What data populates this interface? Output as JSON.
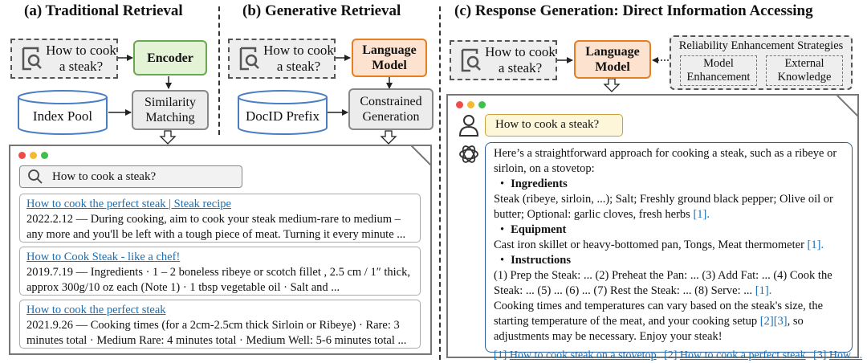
{
  "panels": {
    "a_title": "(a) Traditional Retrieval",
    "b_title": "(b) Generative Retrieval",
    "c_title": "(c) Response Generation: Direct Information Accessing"
  },
  "query": {
    "line1": "How to cook",
    "line2": "a steak?"
  },
  "a": {
    "encoder": "Encoder",
    "index_pool": "Index Pool",
    "similarity_line1": "Similarity",
    "similarity_line2": "Matching",
    "search_text": "How to cook a steak?",
    "results": [
      {
        "title": "How to cook the perfect steak | Steak recipe",
        "line1": "2022.2.12 — During cooking, aim to cook your steak medium-rare to medium –",
        "line2": "any more and you'll be left with a tough piece of meat. Turning it every minute ..."
      },
      {
        "title": "How to Cook Steak - like a chef!",
        "line1": "2019.7.19 — Ingredients · 1 – 2 boneless ribeye or scotch fillet , 2.5 cm / 1″ thick,",
        "line2": "approx 300g/10 oz each (Note 1) · 1 tbsp vegetable oil · Salt and ..."
      },
      {
        "title": "How to cook the perfect steak",
        "line1": "2021.9.26 — Cooking times (for a 2cm-2.5cm thick Sirloin or Ribeye) · Rare: 3",
        "line2": "minutes total · Medium Rare: 4 minutes total · Medium Well: 5-6 minutes total ..."
      }
    ]
  },
  "b": {
    "lm_line1": "Language",
    "lm_line2": "Model",
    "docid": "DocID Prefix",
    "constrained_line1": "Constrained",
    "constrained_line2": "Generation"
  },
  "c": {
    "lm_line1": "Language",
    "lm_line2": "Model",
    "rel_title": "Reliability Enhancement Strategies",
    "model_enh_line1": "Model",
    "model_enh_line2": "Enhancement",
    "ext_line1": "External",
    "ext_line2": "Knowledge",
    "user_query": "How to cook a steak?",
    "intro": "Here’s a straightforward approach for cooking a steak, such as a ribeye or sirloin, on a stovetop:",
    "bullet": "•",
    "ingredients_h": "Ingredients",
    "ingredients_t": "Steak (ribeye, sirloin, ...); Salt; Freshly ground black pepper; Olive oil or butter; Optional: garlic cloves, fresh herbs",
    "ingredients_ref": "[1].",
    "equipment_h": "Equipment",
    "equipment_t": "Cast iron skillet or heavy-bottomed pan, Tongs, Meat thermometer",
    "equipment_ref": "[1].",
    "instructions_h": "Instructions",
    "instructions_t": "(1) Prep the Steak: ... (2) Preheat the Pan: ... (3) Add Fat: ... (4) Cook the Steak: ... (5) ... (6) ... (7) Rest the Steak: ... (8) Serve: ...",
    "instructions_ref": "[1].",
    "closing_a": "Cooking times and temperatures can vary based on the steak's size, the starting temperature of the meat, and your cooking setup",
    "closing_ref": "[2][3]",
    "closing_b": ", so adjustments may be necessary. Enjoy your steak!",
    "refs": [
      {
        "num": "[1]",
        "text": "How to cook steak on a stovetop"
      },
      {
        "num": "[2]",
        "text": "How to cook a perfect steak"
      },
      {
        "num": "[3]",
        "text": "How ..."
      }
    ]
  },
  "colors": {
    "encoder_green": "#6aa84f",
    "lm_orange": "#e67e22",
    "cylinder_blue": "#4a7ec4",
    "link_blue": "#1a6fb5",
    "answer_border": "#2e5d9e",
    "user_bubble": "#fdf6d8"
  },
  "icons": [
    "search-doc-icon",
    "search-icon",
    "user-icon",
    "chatgpt-icon",
    "down-arrow-icon"
  ]
}
